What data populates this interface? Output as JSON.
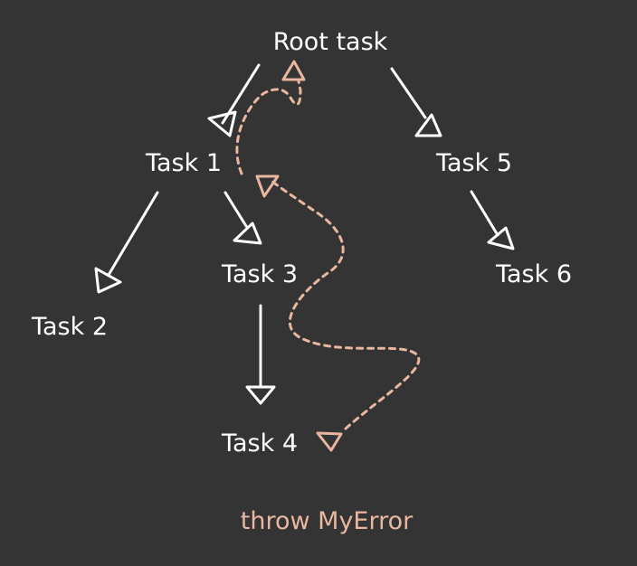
{
  "nodes": {
    "root": "Root task",
    "task1": "Task 1",
    "task2": "Task 2",
    "task3": "Task 3",
    "task4": "Task 4",
    "task5": "Task 5",
    "task6": "Task 6"
  },
  "error_label": "throw MyError",
  "colors": {
    "background": "#343434",
    "node_text": "#ffffff",
    "arrow": "#ffffff",
    "error_path": "#e9b6a0"
  }
}
